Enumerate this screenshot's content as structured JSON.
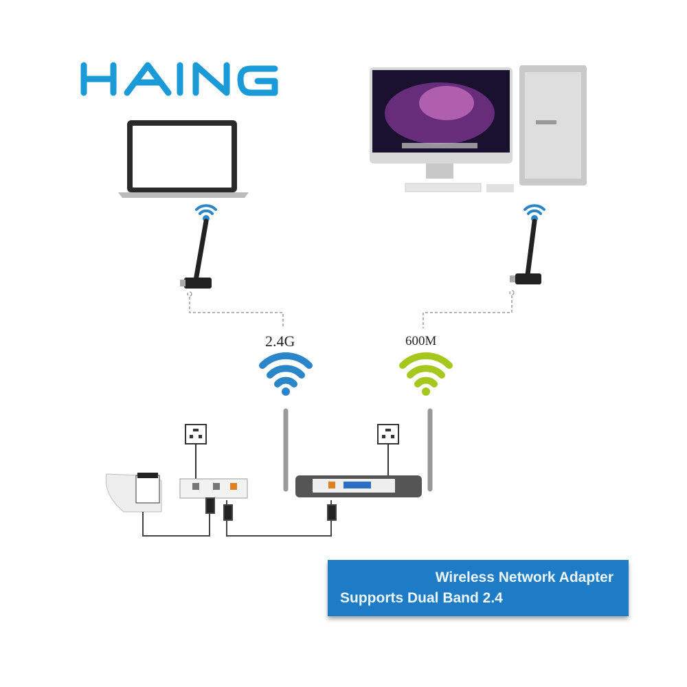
{
  "brand": {
    "logo_text": "HAING",
    "color": "#1a9ad6"
  },
  "labels": {
    "band_left": "2.4G",
    "band_right": "600M"
  },
  "banner": {
    "line1": "Wireless Network Adapter",
    "line2": "Supports Dual Band 2.4",
    "color": "#1e7cc6"
  },
  "colors": {
    "wifi_blue": "#2a86c8",
    "wifi_green": "#a6c81e"
  },
  "icons": [
    "laptop",
    "desktop-monitor",
    "pc-tower",
    "wifi",
    "usb-wifi-adapter",
    "router",
    "modem",
    "power-outlet",
    "telephone"
  ]
}
